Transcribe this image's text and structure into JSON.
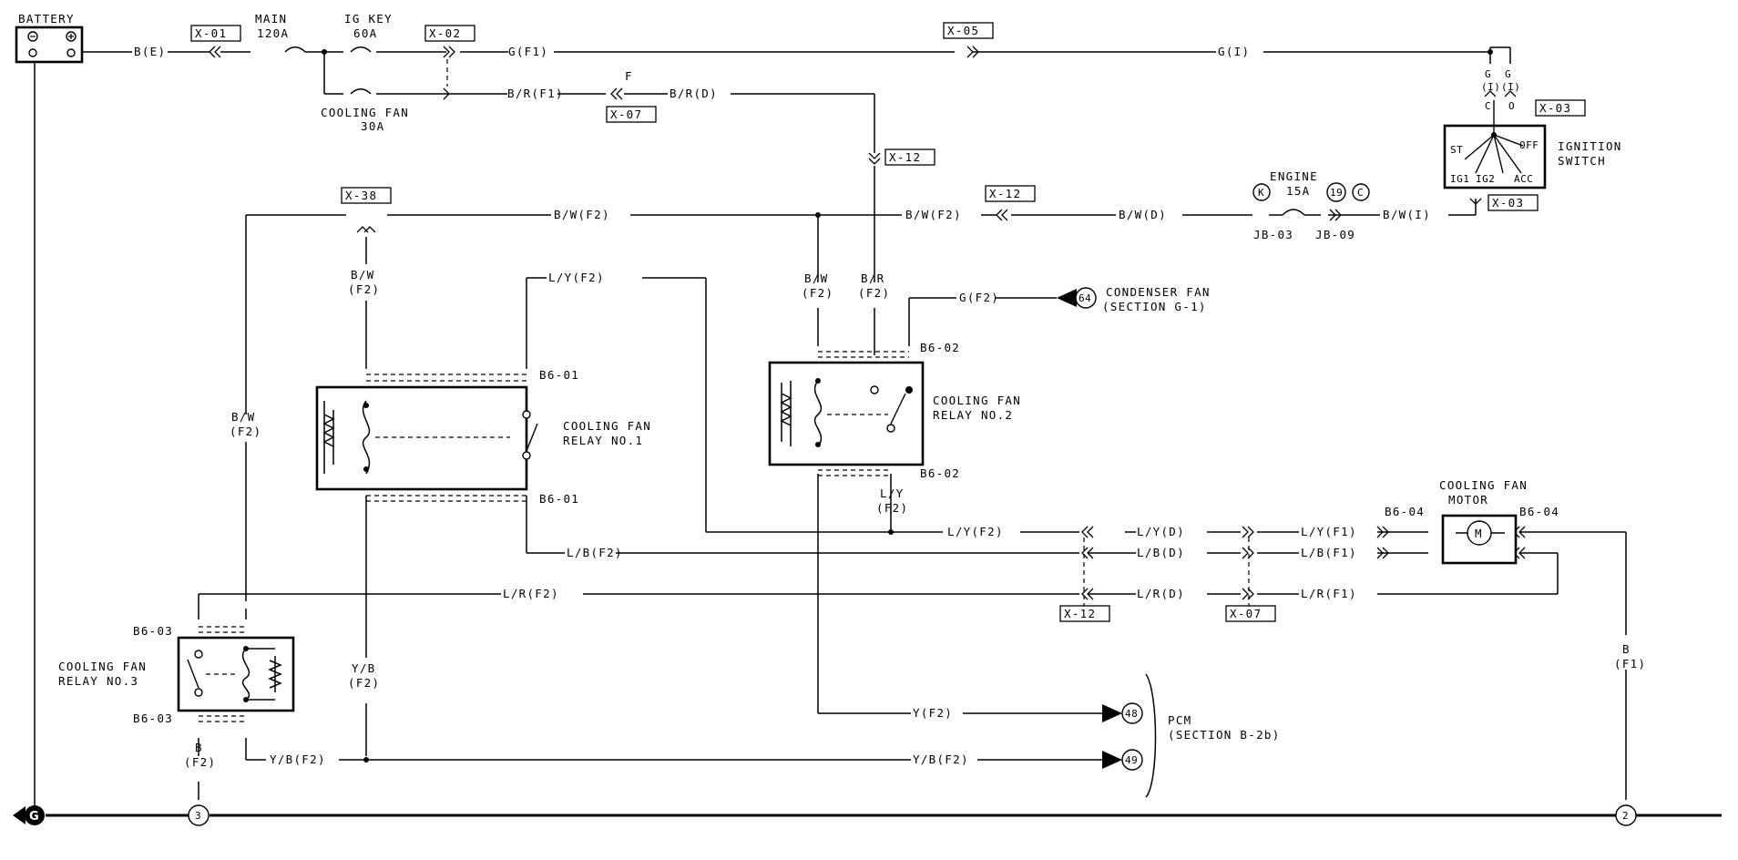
{
  "components": {
    "battery": "BATTERY",
    "fuse_main": [
      "MAIN",
      "120A"
    ],
    "fuse_ig_key": [
      "IG KEY",
      "60A"
    ],
    "fuse_cooling_fan": [
      "COOLING FAN",
      "30A"
    ],
    "fuse_engine": [
      "ENGINE",
      "15A"
    ],
    "ignition_switch": [
      "IGNITION",
      "SWITCH"
    ],
    "ignition_positions": [
      "ST",
      "OFF",
      "IG1",
      "IG2",
      "ACC"
    ],
    "relay_1": [
      "COOLING FAN",
      "RELAY NO.1"
    ],
    "relay_2": [
      "COOLING FAN",
      "RELAY NO.2"
    ],
    "relay_3": [
      "COOLING FAN",
      "RELAY NO.3"
    ],
    "fan_motor": [
      "COOLING FAN",
      "MOTOR"
    ],
    "motor_symbol": "M",
    "condenser_fan": [
      "CONDENSER FAN",
      "(SECTION G-1)"
    ],
    "pcm": [
      "PCM",
      "(SECTION B-2b)"
    ],
    "ground": "G",
    "fuse_block_letter": "F"
  },
  "connectors": {
    "x01": "X-01",
    "x02": "X-02",
    "x05": "X-05",
    "x07": "X-07",
    "x12": "X-12",
    "x38": "X-38",
    "x03": "X-03",
    "b601": "B6-01",
    "b602": "B6-02",
    "b603": "B6-03",
    "b604": "B6-04",
    "jb03": "JB-03",
    "jb09": "JB-09"
  },
  "circles": {
    "k": "K",
    "n19": "19",
    "c": "C",
    "n64": "64",
    "n48": "48",
    "n49": "49",
    "n3": "3",
    "n2": "2"
  },
  "wires": {
    "be": "B(E)",
    "gf1": "G(F1)",
    "gi": "G(I)",
    "g": "G",
    "pin_i": "(I)",
    "pin_c": "C",
    "pin_o": "O",
    "brf1": "B/R(F1)",
    "brd": "B/R(D)",
    "bwf2": "B/W(F2)",
    "bwd": "B/W(D)",
    "bwi": "B/W(I)",
    "bw": "B/W",
    "br": "B/R",
    "f2": "(F2)",
    "f1": "(F1)",
    "lyf2": "L/Y(F2)",
    "lyd": "L/Y(D)",
    "lyf1": "L/Y(F1)",
    "ly": "L/Y",
    "lbf2": "L/B(F2)",
    "lbd": "L/B(D)",
    "lbf1": "L/B(F1)",
    "lrf2": "L/R(F2)",
    "lrd": "L/R(D)",
    "lrf1": "L/R(F1)",
    "gf2": "G(F2)",
    "yf2": "Y(F2)",
    "ybf2": "Y/B(F2)",
    "yb": "Y/B",
    "b": "B"
  }
}
